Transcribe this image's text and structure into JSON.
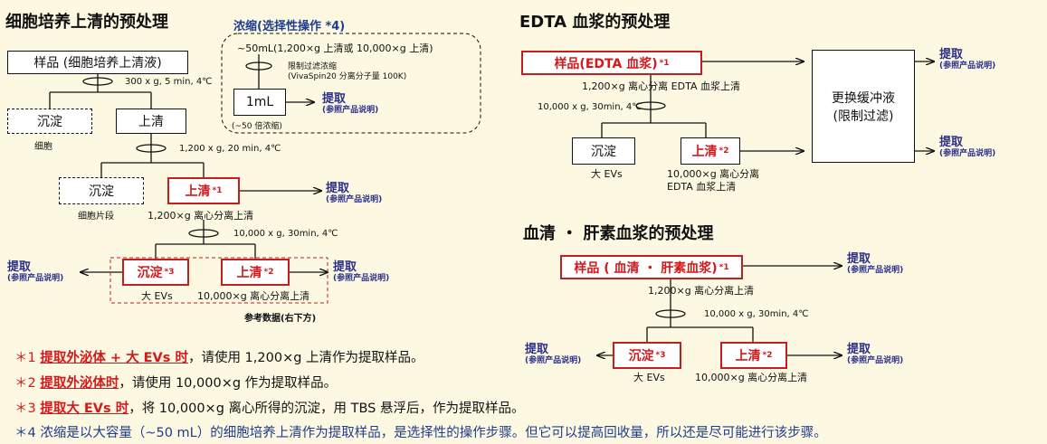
{
  "left": {
    "title": "细胞培养上清的预处理",
    "sample": "样品 (细胞培养上清液)",
    "spin1": "300 x g, 5 min, 4℃",
    "sediment1": "沉淀",
    "sediment1_caption": "细胞",
    "supernatant1": "上清",
    "spin2": "1,200 x g, 20 min, 4℃",
    "sediment2": "沉淀",
    "sediment2_caption": "细胞片段",
    "supernatant2": "上清",
    "supernatant2_note": "*1",
    "supernatant2_caption": "1,200×g 离心分离上清",
    "spin3": "10,000 x g, 30min, 4℃",
    "sediment3": "沉淀",
    "sediment3_note": "*3",
    "sediment3_caption": "大 EVs",
    "supernatant3": "上清",
    "supernatant3_note": "*2",
    "supernatant3_caption": "10,000×g 离心分离上清",
    "reference_caption": "参考数据(右下方)"
  },
  "concentration": {
    "title": "浓缩(选择性操作 *4)",
    "input": "~50mL(1,200×g 上清或 10,000×g 上清)",
    "method_line1": "限制过滤浓缩",
    "method_line2": "(VivaSpin20 分离分子量 100K)",
    "output": "1mL",
    "output_caption": "(~50 倍浓缩)"
  },
  "edta": {
    "title": "EDTA 血浆的预处理",
    "sample": "样品(EDTA 血浆)",
    "sample_note": "*1",
    "sample_caption": "1,200×g 离心分离 EDTA 血浆上清",
    "spin": "10,000 x g, 30min, 4℃",
    "sediment": "沉淀",
    "sediment_caption": "大 EVs",
    "supernatant": "上清",
    "supernatant_note": "*2",
    "supernatant_caption_line1": "10,000×g 离心分离",
    "supernatant_caption_line2": "EDTA 血浆上清",
    "buffer_line1": "更换缓冲液",
    "buffer_line2": "(限制过滤)"
  },
  "serum": {
    "title": "血清 ・ 肝素血浆的预处理",
    "sample": "样品 ( 血清 ・ 肝素血浆)",
    "sample_note": "*1",
    "sample_caption": "1,200×g 离心分离上清",
    "spin": "10,000 x g, 30min, 4℃",
    "sediment": "沉淀",
    "sediment_note": "*3",
    "sediment_caption": "大 EVs",
    "supernatant": "上清",
    "supernatant_note": "*2",
    "supernatant_caption": "10,000×g 离心分离上清"
  },
  "extract": {
    "label": "提取",
    "sub": "(参照产品说明)"
  },
  "notes": {
    "n1_mark": "＊1",
    "n1_em": "提取外泌体 + 大 EVs 时",
    "n1_rest": "，请使用 1,200×g 上清作为提取样品。",
    "n2_mark": "＊2",
    "n2_em": "提取外泌体时",
    "n2_rest": "，请使用 10,000×g 作为提取样品。",
    "n3_mark": "＊3",
    "n3_em": "提取大 EVs 时",
    "n3_rest": "，将 10,000×g 离心所得的沉淀，用 TBS 悬浮后，作为提取样品。",
    "n4_mark": "＊4",
    "n4_rest": "浓缩是以大容量（~50 mL）的细胞培养上清作为提取样品，是选择性的操作步骤。但它可以提高回收量，所以还是尽可能进行该步骤。"
  },
  "colors": {
    "background": "#fdf8e1",
    "accent_red": "#d3191c",
    "extract_blue": "#2b2f8c",
    "note4_blue": "#1f3c8e"
  }
}
